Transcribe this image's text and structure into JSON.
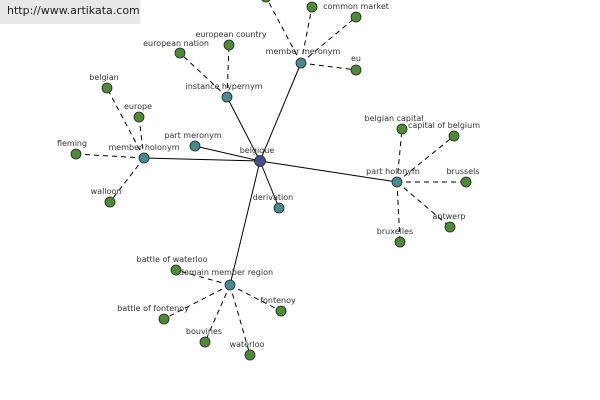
{
  "watermark": "http://www.artikata.com",
  "colors": {
    "center": "#4a4a8c",
    "relation": "#4a8a8e",
    "leaf": "#4e8a3a",
    "stroke": "#222222",
    "edge": "#000000"
  },
  "graph": {
    "center": {
      "id": "belgique",
      "label": "belgique"
    },
    "relations": [
      {
        "id": "member-meronym",
        "label": "member meronym"
      },
      {
        "id": "instance-hypernym",
        "label": "instance hypernym"
      },
      {
        "id": "part-meronym",
        "label": "part meronym"
      },
      {
        "id": "member-holonym",
        "label": "member holonym"
      },
      {
        "id": "derivation",
        "label": "derivation"
      },
      {
        "id": "part-holonym",
        "label": "part holonym"
      },
      {
        "id": "domain-member-region",
        "label": "domain member region"
      }
    ],
    "leaves": [
      {
        "id": "leaf-top-cut",
        "label": "",
        "parent": "member-meronym"
      },
      {
        "id": "common-market",
        "label": "common market",
        "parent": "member-meronym"
      },
      {
        "id": "eu-top",
        "label": "",
        "parent": "member-meronym"
      },
      {
        "id": "eu",
        "label": "eu",
        "parent": "member-meronym"
      },
      {
        "id": "european-country",
        "label": "european country",
        "parent": "instance-hypernym"
      },
      {
        "id": "european-nation",
        "label": "european nation",
        "parent": "instance-hypernym"
      },
      {
        "id": "belgian",
        "label": "belgian",
        "parent": "member-holonym"
      },
      {
        "id": "europe",
        "label": "europe",
        "parent": "member-holonym"
      },
      {
        "id": "fleming",
        "label": "fleming",
        "parent": "member-holonym"
      },
      {
        "id": "walloon",
        "label": "walloon",
        "parent": "member-holonym"
      },
      {
        "id": "belgian-capital",
        "label": "belgian capital",
        "parent": "part-holonym"
      },
      {
        "id": "capital-of-belgium",
        "label": "capital of belgium",
        "parent": "part-holonym"
      },
      {
        "id": "brussels",
        "label": "brussels",
        "parent": "part-holonym"
      },
      {
        "id": "antwerp",
        "label": "antwerp",
        "parent": "part-holonym"
      },
      {
        "id": "bruxelles",
        "label": "bruxelles",
        "parent": "part-holonym"
      },
      {
        "id": "battle-of-waterloo",
        "label": "battle of waterloo",
        "parent": "domain-member-region"
      },
      {
        "id": "battle-of-fontenoy",
        "label": "battle of fontenoy",
        "parent": "domain-member-region"
      },
      {
        "id": "fontenoy",
        "label": "fontenoy",
        "parent": "domain-member-region"
      },
      {
        "id": "bouvines",
        "label": "bouvines",
        "parent": "domain-member-region"
      },
      {
        "id": "waterloo",
        "label": "waterloo",
        "parent": "domain-member-region"
      }
    ]
  }
}
